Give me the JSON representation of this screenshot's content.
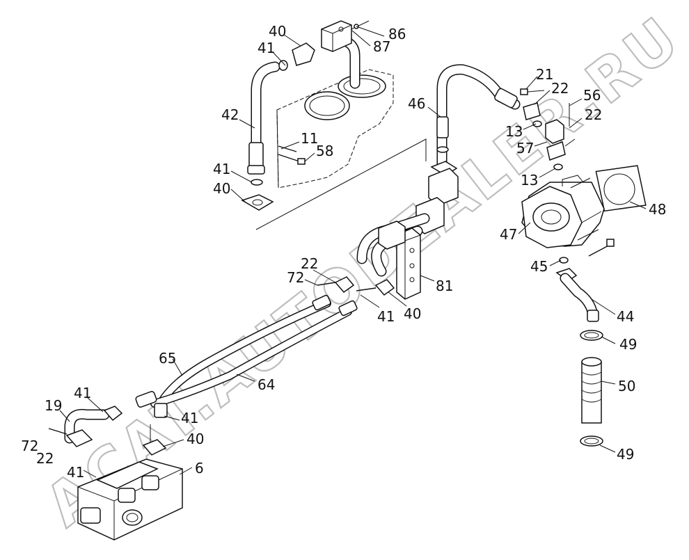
{
  "callouts": [
    {
      "id": "c40a",
      "text": "40"
    },
    {
      "id": "c86",
      "text": "86"
    },
    {
      "id": "c87",
      "text": "87"
    },
    {
      "id": "c41a",
      "text": "41"
    },
    {
      "id": "c42",
      "text": "42"
    },
    {
      "id": "c11",
      "text": "11"
    },
    {
      "id": "c58",
      "text": "58"
    },
    {
      "id": "c41b",
      "text": "41"
    },
    {
      "id": "c40b",
      "text": "40"
    },
    {
      "id": "c21",
      "text": "21"
    },
    {
      "id": "c22a",
      "text": "22"
    },
    {
      "id": "c46",
      "text": "46"
    },
    {
      "id": "c56",
      "text": "56"
    },
    {
      "id": "c22b",
      "text": "22"
    },
    {
      "id": "c13a",
      "text": "13"
    },
    {
      "id": "c57",
      "text": "57"
    },
    {
      "id": "c13b",
      "text": "13"
    },
    {
      "id": "c48",
      "text": "48"
    },
    {
      "id": "c47",
      "text": "47"
    },
    {
      "id": "c45",
      "text": "45"
    },
    {
      "id": "c22c",
      "text": "22"
    },
    {
      "id": "c72a",
      "text": "72"
    },
    {
      "id": "c81",
      "text": "81"
    },
    {
      "id": "c41c",
      "text": "41"
    },
    {
      "id": "c40c",
      "text": "40"
    },
    {
      "id": "c44",
      "text": "44"
    },
    {
      "id": "c49a",
      "text": "49"
    },
    {
      "id": "c65",
      "text": "65"
    },
    {
      "id": "c50",
      "text": "50"
    },
    {
      "id": "c64",
      "text": "64"
    },
    {
      "id": "c41d",
      "text": "41"
    },
    {
      "id": "c19",
      "text": "19"
    },
    {
      "id": "c41e",
      "text": "41"
    },
    {
      "id": "c40d",
      "text": "40"
    },
    {
      "id": "c72b",
      "text": "72"
    },
    {
      "id": "c22d",
      "text": "22"
    },
    {
      "id": "c6",
      "text": "6"
    },
    {
      "id": "c41f",
      "text": "41"
    },
    {
      "id": "c49b",
      "text": "49"
    }
  ],
  "watermark": {
    "text": "ACAT.AUTODEALER.RU"
  }
}
